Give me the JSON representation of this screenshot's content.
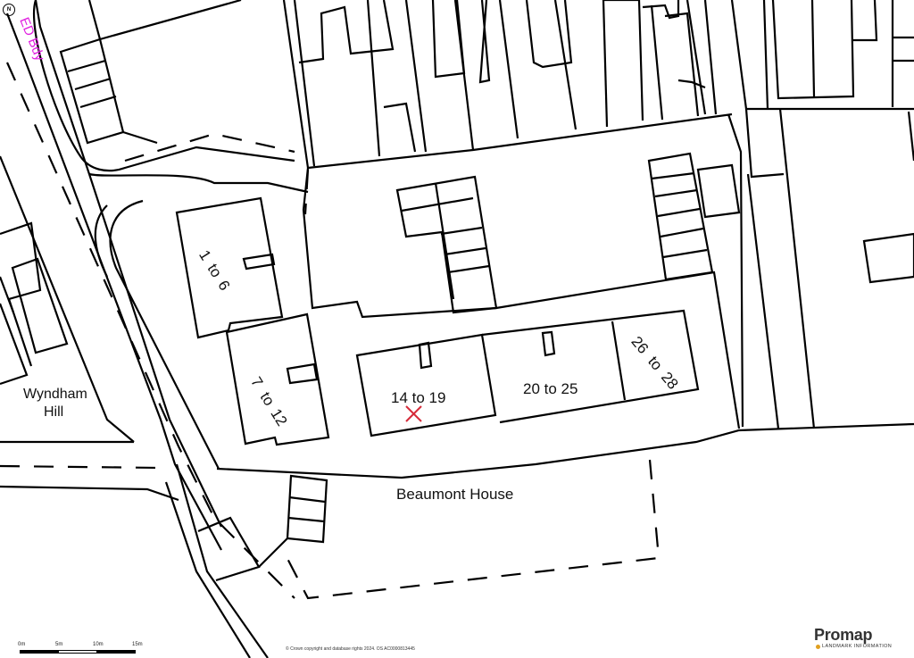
{
  "map": {
    "property_labels": {
      "block_1_6": [
        "1",
        "to",
        "6"
      ],
      "block_7_12": [
        "7",
        "to",
        "12"
      ],
      "block_14_19": "14 to 19",
      "block_20_25": "20 to 25",
      "block_26_28": [
        "26",
        "to",
        "28"
      ]
    },
    "place_labels": {
      "wyndham_hill": [
        "Wyndham",
        "Hill"
      ],
      "beaumont_house": "Beaumont House"
    },
    "boundary_label": "ED Bdy",
    "subject_marker": {
      "symbol": "X",
      "color": "#d62b3a"
    },
    "boundary_color": "#e020e0",
    "north_arrow": "N"
  },
  "scale_bar": {
    "labels": [
      "0m",
      "5m",
      "10m",
      "15m"
    ]
  },
  "copyright": "© Crown copyright and database rights 2024. OS AC0000813445",
  "brand": {
    "name": "Promap",
    "subtitle": "LANDMARK INFORMATION",
    "accent": "#e0a020"
  }
}
